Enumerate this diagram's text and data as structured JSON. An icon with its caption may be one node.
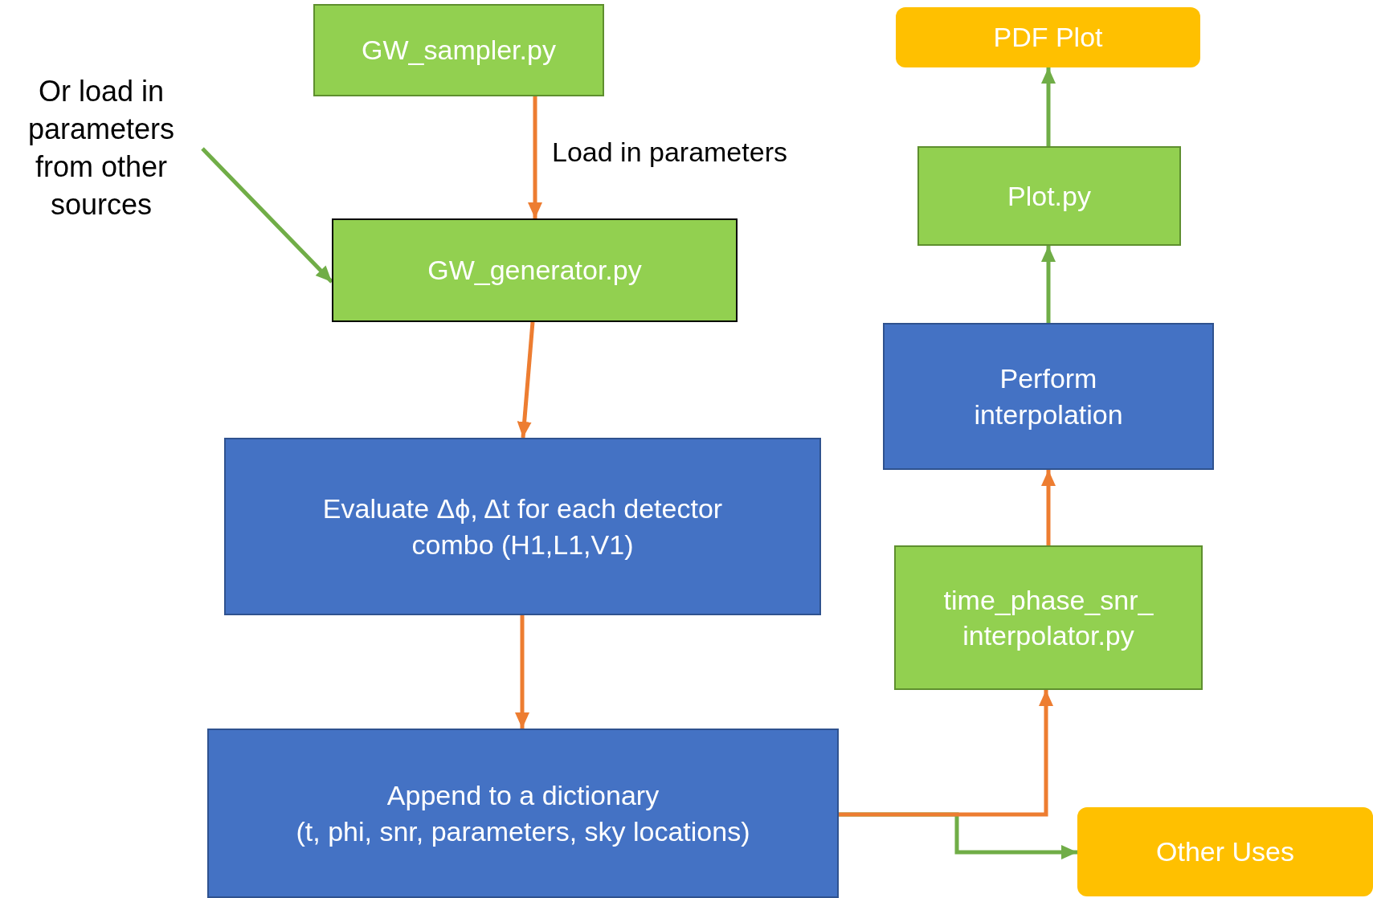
{
  "diagram": {
    "nodes": [
      {
        "text": [
          "GW_sampler.py"
        ]
      },
      {
        "text": [
          "GW_generator.py"
        ]
      },
      {
        "text": [
          "Evaluate Δϕ, Δt for each detector combo (H1,L1,V1)"
        ]
      },
      {
        "text": [
          "Append to a dictionary",
          "(t, phi, snr, parameters, sky locations)"
        ]
      },
      {
        "text": [
          "Other Uses"
        ]
      },
      {
        "text": [
          "time_phase_snr_ interpolator.py"
        ]
      },
      {
        "text": [
          "Perform interpolation"
        ]
      },
      {
        "text": [
          "Plot.py"
        ]
      },
      {
        "text": [
          "PDF Plot"
        ]
      },
      {
        "text": [
          "Or load in parameters from other sources"
        ]
      }
    ],
    "edges": [
      {
        "from": 0,
        "to": 1,
        "arrow": "to",
        "label": "Load in parameters"
      },
      {
        "from": 9,
        "to": 1,
        "arrow": "to",
        "color": "#70ad47"
      },
      {
        "from": 1,
        "to": 2,
        "arrow": "to"
      },
      {
        "from": 2,
        "to": 3,
        "arrow": "to"
      },
      {
        "from": 3,
        "to": 5,
        "arrow": "to"
      },
      {
        "from": 3,
        "to": 4,
        "arrow": "to",
        "color": "#70ad47"
      },
      {
        "from": 5,
        "to": 6,
        "arrow": "to"
      },
      {
        "from": 6,
        "to": 7,
        "arrow": "to",
        "color": "#70ad47"
      },
      {
        "from": 7,
        "to": 8,
        "arrow": "to",
        "color": "#70ad47"
      }
    ]
  }
}
